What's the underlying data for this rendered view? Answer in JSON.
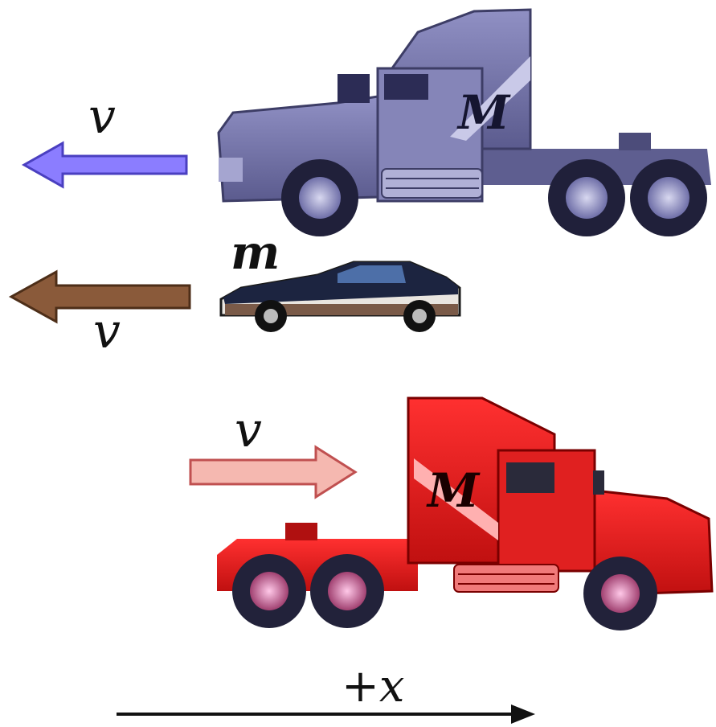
{
  "labels": {
    "v_top": "v",
    "v_middle": "v",
    "v_bottom": "v",
    "mass_car": "m",
    "mass_truck_top": "M",
    "mass_truck_bottom": "M",
    "axis": "+x"
  },
  "colors": {
    "arrow_top": "#8b7dff",
    "arrow_middle": "#8a5a3a",
    "arrow_bottom": "#f5b8b0",
    "truck_top": "#7f7fb3",
    "truck_bottom": "#e81f1f",
    "car_body": "#e9e5e0",
    "axis": "#111111"
  },
  "icons": {
    "truck_top": "semi-truck-icon",
    "car": "sports-car-icon",
    "truck_bottom": "semi-truck-icon"
  }
}
